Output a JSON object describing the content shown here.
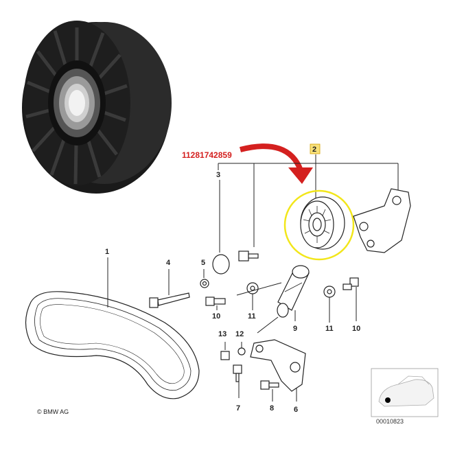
{
  "part_number": "11281742859",
  "highlight_label": "2",
  "copyright": "© BMW AG",
  "reference_code": "00010823",
  "colors": {
    "accent_red": "#d4201f",
    "highlight_yellow": "#f2e61a",
    "label_box_yellow": "#f7e07a"
  },
  "callouts": {
    "c1": "1",
    "c3": "3",
    "c4": "4",
    "c5": "5",
    "c6": "6",
    "c7": "7",
    "c8": "8",
    "c9": "9",
    "c10a": "10",
    "c10b": "10",
    "c11a": "11",
    "c11b": "11",
    "c12": "12",
    "c13": "13"
  }
}
